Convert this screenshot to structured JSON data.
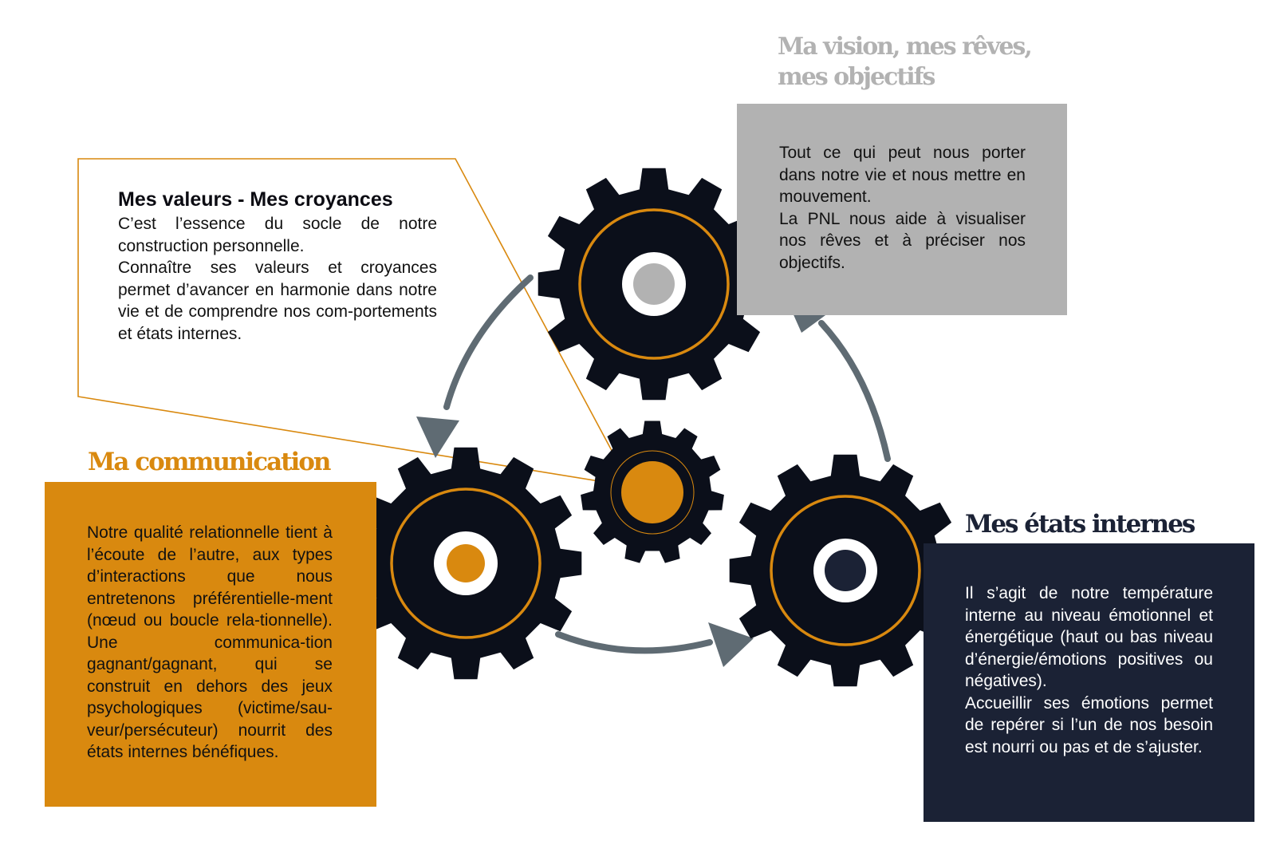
{
  "colors": {
    "gear": "#0b0f1a",
    "orange": "#d9890f",
    "grey": "#b2b2b2",
    "navy": "#1b2235",
    "arrow": "#5f6b73",
    "white": "#ffffff"
  },
  "vision": {
    "title_line1": "Ma vision, mes rêves,",
    "title_line2": "mes objectifs",
    "text": "Tout ce qui peut nous porter dans notre vie et nous mettre en mouvement.",
    "text2": "La PNL nous aide à visualiser nos rêves et à préciser nos objectifs."
  },
  "values": {
    "title": "Mes valeurs - Mes croyances",
    "text": "C’est l’essence du socle de notre construction personnelle.",
    "text2": "Connaître ses valeurs et croyances permet d’avancer en harmonie dans notre vie et de comprendre nos com-portements et états internes."
  },
  "communication": {
    "title": "Ma communication",
    "text": "Notre qualité relationnelle tient à l’écoute de l’autre, aux types d’interactions que nous entretenons préférentielle-ment (nœud ou boucle rela-tionnelle). Une communica-tion gagnant/gagnant, qui se construit en dehors des jeux psychologiques (victime/sau-veur/persécuteur) nourrit des états internes bénéfiques."
  },
  "etats": {
    "title": "Mes états internes",
    "text": "Il s’agit de notre température interne au niveau émotionnel et énergétique (haut ou bas niveau d’énergie/émotions positives ou négatives).",
    "text2": "Accueillir ses émotions permet de repérer si l’un de nos besoin est nourri ou pas et de s’ajuster."
  },
  "gears": [
    {
      "name": "gear-vision",
      "hub": "grey"
    },
    {
      "name": "gear-communication",
      "hub": "orange"
    },
    {
      "name": "gear-etats",
      "hub": "navy"
    },
    {
      "name": "gear-valeurs",
      "hub": "orange"
    }
  ]
}
